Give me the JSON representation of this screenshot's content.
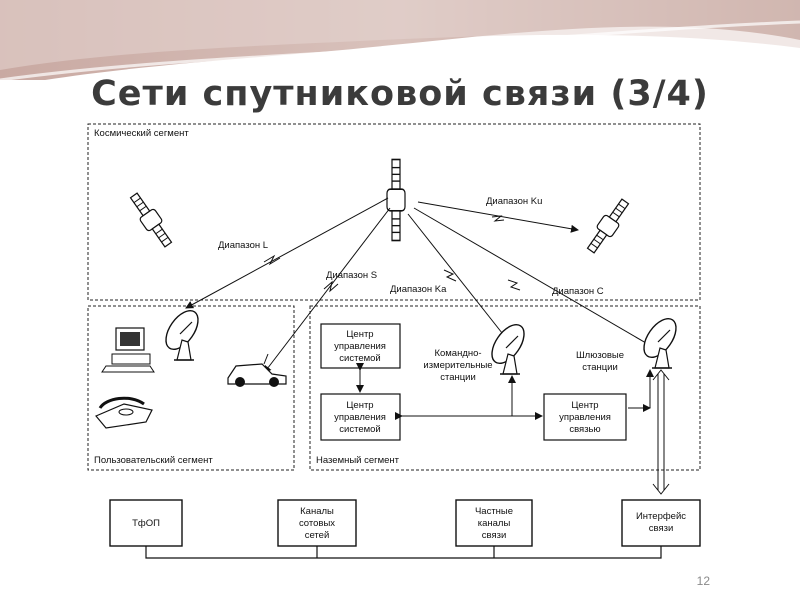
{
  "slide": {
    "title": "Сети спутниковой связи (3/4)",
    "page_number": "12"
  },
  "segments": {
    "space": "Космический сегмент",
    "user": "Пользовательский сегмент",
    "ground": "Наземный сегмент"
  },
  "bands": {
    "L": "Диапазон L",
    "S": "Диапазон S",
    "Ka": "Диапазон Ka",
    "Ku": "Диапазон Ku",
    "C": "Диапазон C"
  },
  "ground_boxes": {
    "center_top": [
      "Центр",
      "управления",
      "системой"
    ],
    "center_bottom": [
      "Центр",
      "управления",
      "системой"
    ],
    "center_comm": [
      "Центр",
      "управления",
      "связью"
    ]
  },
  "stations": {
    "command": [
      "Командно-",
      "измерительные",
      "станции"
    ],
    "gateway": [
      "Шлюзовые",
      "станции"
    ]
  },
  "networks": {
    "pstn": [
      "ТфОП"
    ],
    "cellular": [
      "Каналы",
      "сотовых",
      "сетей"
    ],
    "private": [
      "Частные",
      "каналы",
      "связи"
    ],
    "interface": [
      "Интерфейс",
      "связи"
    ]
  }
}
